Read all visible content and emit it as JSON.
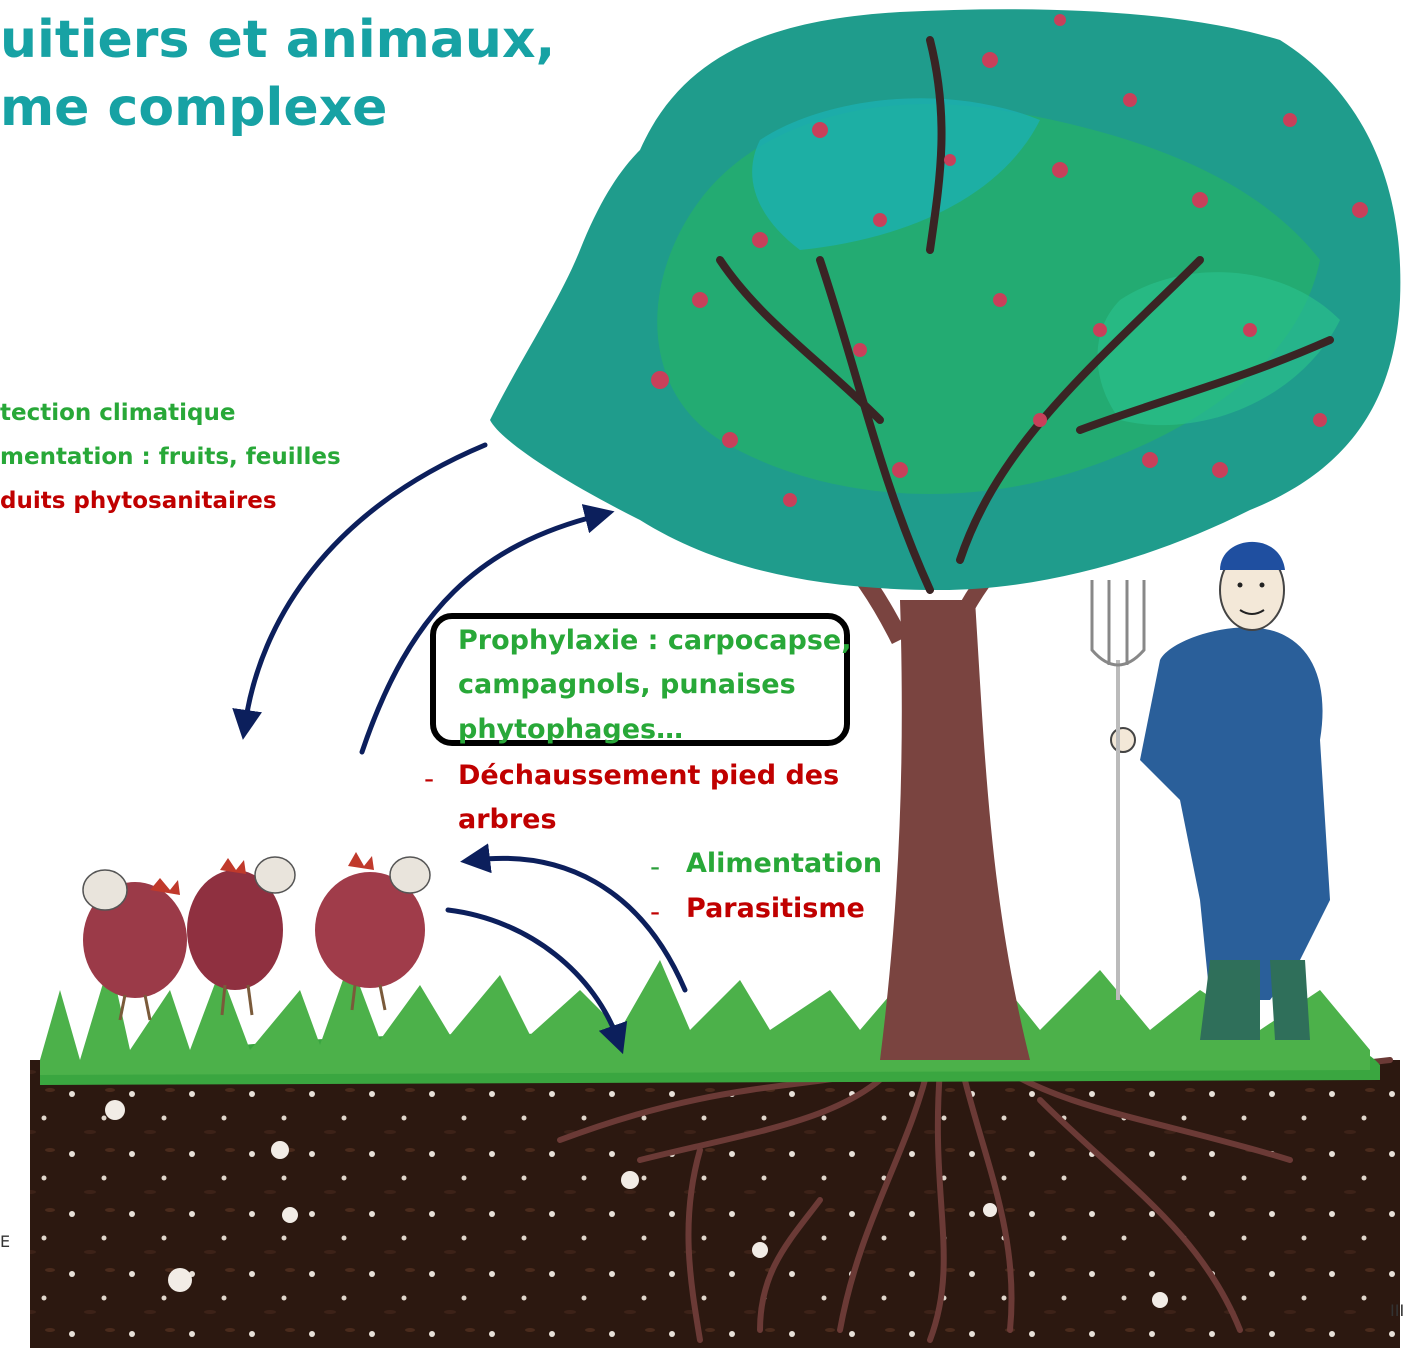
{
  "title": {
    "line1": "uitiers et animaux,",
    "line2": "me complexe"
  },
  "tree_effects": {
    "item1": "tection climatique",
    "item2": "mentation : fruits, feuilles",
    "item3": "duits phytosanitaires"
  },
  "poultry_effects": {
    "prophylaxie_line1": "Prophylaxie : carpocapse,",
    "prophylaxie_line2": "campagnols, punaises",
    "prophylaxie_line3": "phytophages…",
    "dash": "-",
    "dechaussement_line1": "Déchaussement pied des",
    "dechaussement_line2": "arbres"
  },
  "soil_effects": {
    "dash": "-",
    "alimentation": "Alimentation",
    "parasitisme": "Parasitisme"
  },
  "edge_marks": {
    "left": "E",
    "right": "III"
  },
  "colors": {
    "title": "#17a2a4",
    "positive": "#28a838",
    "negative": "#c00000",
    "arrow": "#0c1f5c"
  }
}
